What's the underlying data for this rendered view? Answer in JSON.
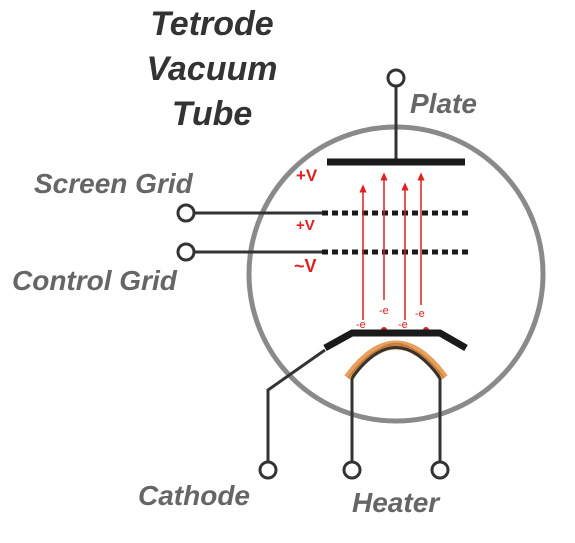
{
  "title": {
    "line1": "Tetrode",
    "line2": "Vacuum",
    "line3": "Tube"
  },
  "labels": {
    "plate": "Plate",
    "screen_grid": "Screen Grid",
    "control_grid": "Control Grid",
    "cathode": "Cathode",
    "heater": "Heater"
  },
  "voltages": {
    "plate": "+V",
    "screen_grid": "+V",
    "control_grid": "~V"
  },
  "electron_label": "-e",
  "colors": {
    "envelope": "#8a8a8a",
    "electrode": "#1a1a1a",
    "wire": "#333333",
    "electron": "#e02020",
    "filament": "#e6a060"
  }
}
